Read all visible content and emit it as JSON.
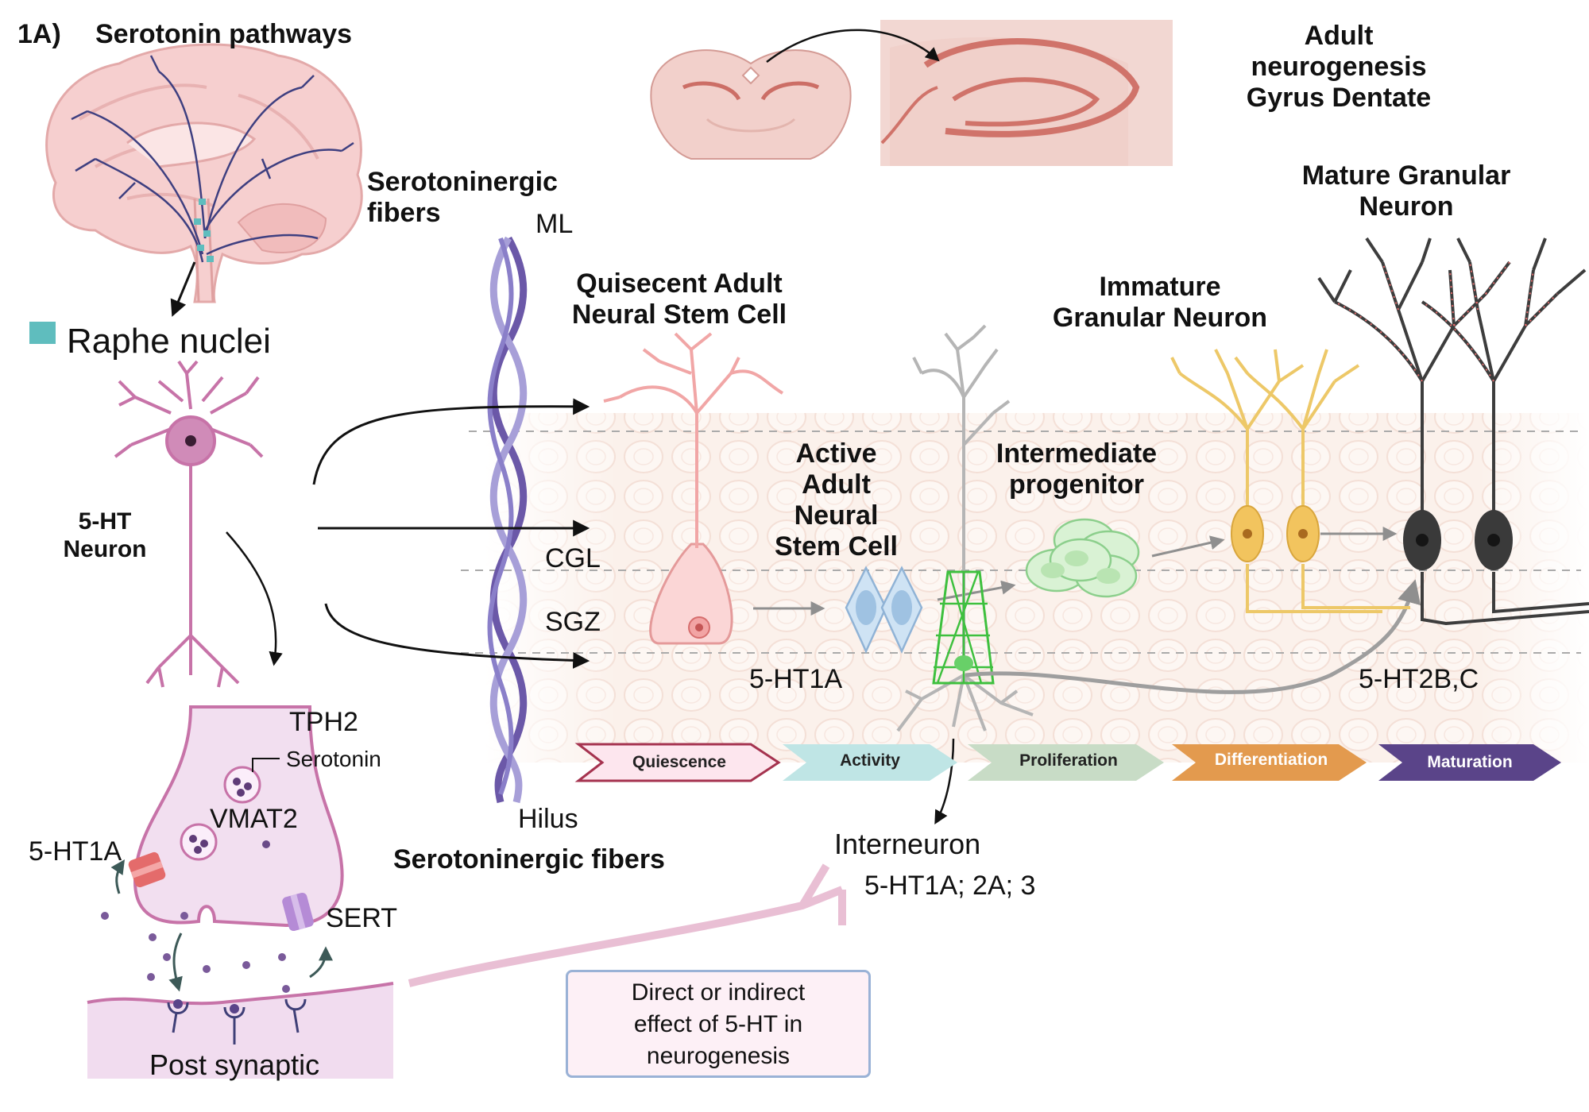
{
  "panel_label": "1A)",
  "title": "Serotonin pathways",
  "raphe": {
    "label": "Raphe nuclei",
    "color": "#5fbdbe"
  },
  "neuron_5ht": {
    "line1": "5-HT",
    "line2": "Neuron"
  },
  "fibers": {
    "line1": "Serotoninergic",
    "line2": "fibers",
    "bottom": "Serotoninergic fibers"
  },
  "layers": {
    "ml": "ML",
    "cgl": "CGL",
    "sgz": "SGZ",
    "hilus": "Hilus"
  },
  "gyrus": {
    "line1": "Adult",
    "line2": "neurogenesis",
    "line3": "Gyrus Dentate"
  },
  "cells": {
    "quiescent": {
      "line1": "Quisecent Adult",
      "line2": "Neural Stem Cell"
    },
    "active": {
      "line1": "Active",
      "line2": "Adult",
      "line3": "Neural",
      "line4": "Stem Cell"
    },
    "intermediate": {
      "line1": "Intermediate",
      "line2": "progenitor"
    },
    "immature": {
      "line1": "Immature",
      "line2": "Granular Neuron"
    },
    "mature": {
      "line1": "Mature Granular",
      "line2": "Neuron"
    }
  },
  "receptors": {
    "r1a": "5-HT1A",
    "r2bc": "5-HT2B,C",
    "interneuron": "Interneuron",
    "interneuron_receptors": "5-HT1A; 2A; 3"
  },
  "stages": [
    {
      "label": "Quiescence",
      "color": "#fde6ee",
      "border": "#a5334f",
      "text": "#222222"
    },
    {
      "label": "Activity",
      "color": "#bfe5e5",
      "border": "#bfe5e5",
      "text": "#222222"
    },
    {
      "label": "Proliferation",
      "color": "#c8dcc6",
      "border": "#c8dcc6",
      "text": "#222222"
    },
    {
      "label": "Differentiation",
      "color": "#e39a4e",
      "border": "#e39a4e",
      "text": "#ffffff"
    },
    {
      "label": "Maturation",
      "color": "#5a4489",
      "border": "#5a4489",
      "text": "#ffffff"
    }
  ],
  "synapse": {
    "tph2": "TPH2",
    "serotonin": "Serotonin",
    "vmat2": "VMAT2",
    "r1a": "5-HT1A",
    "sert": "SERT",
    "post": "Post synaptic"
  },
  "effect_box": {
    "line1": "Direct or indirect",
    "line2": "effect of 5-HT in",
    "line3": "neurogenesis"
  }
}
